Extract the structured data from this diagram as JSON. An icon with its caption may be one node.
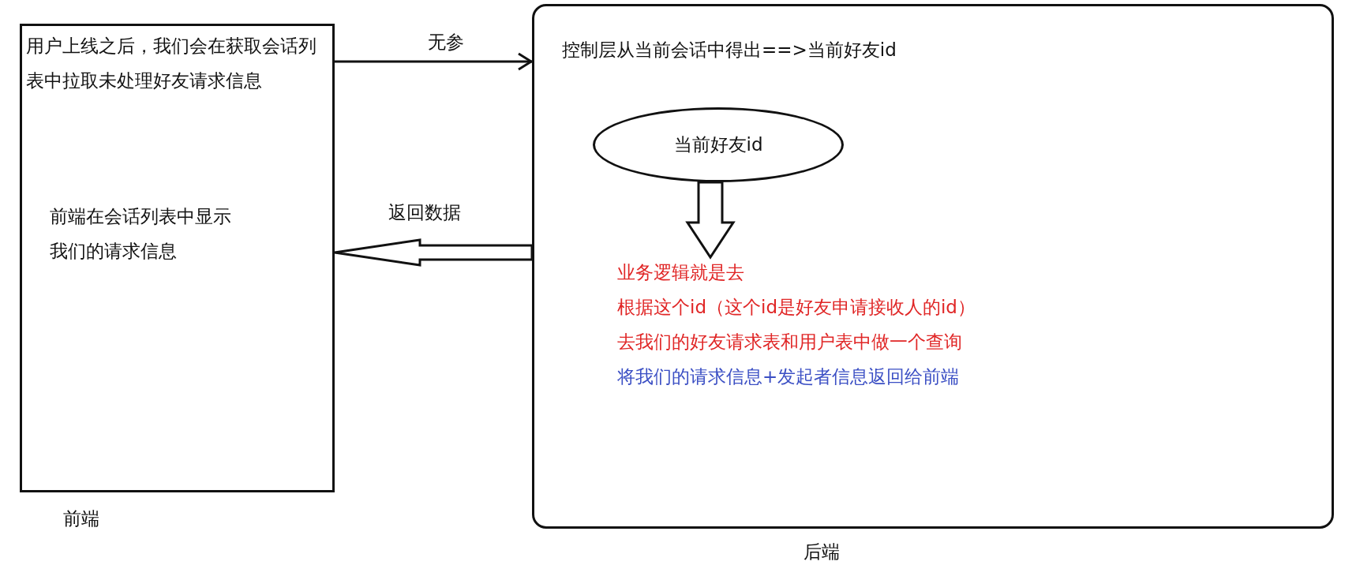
{
  "diagram": {
    "nodes": [
      {
        "text": [
          "用户上线之后，我们会在获取会话列表中拉取未处理好友请求信息",
          "前端在会话列表中显示我们的请求信息"
        ],
        "beside": [
          "前端"
        ]
      },
      {
        "text": [
          "控制层从当前会话中得出==>当前好友id"
        ],
        "beside": [
          "后端"
        ]
      },
      {
        "text": [
          "当前好友id"
        ],
        "in": 1
      },
      {
        "text": [
          "业务逻辑就是去",
          "根据这个id（这个id是好友申请接收人的id）",
          "去我们的好友请求表和用户表中做一个查询",
          "将我们的请求信息+发起者信息返回给前端"
        ],
        "in": 1
      }
    ],
    "edges": [
      {
        "from": 0,
        "to": 1,
        "arrow": "to",
        "label": "无参"
      },
      {
        "from": 1,
        "to": 0,
        "arrow": "to",
        "label": "返回数据",
        "style": "thick"
      },
      {
        "from": 2,
        "to": 3,
        "arrow": "to",
        "style": "thick"
      }
    ]
  }
}
